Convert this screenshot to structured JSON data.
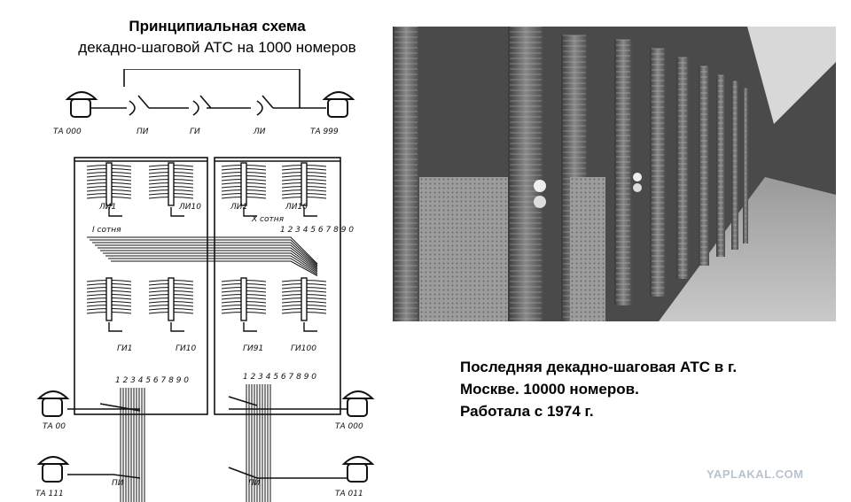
{
  "diagram": {
    "title_line1": "Принципиальная схема",
    "title_line2": "декадно-шаговой АТС на 1000 номеров",
    "labels": {
      "ta_000_top": "ТА  000",
      "pi_top": "ПИ",
      "gi_top": "ГИ",
      "li_top": "ЛИ",
      "ta_999_top": "ТА  999",
      "li1": "ЛИ1",
      "li10": "ЛИ10",
      "li1_right": "ЛИ1",
      "li10_right": "ЛИ10",
      "sotnya_1": "I сотня",
      "sotnya_10": "X сотня",
      "digits_contacts": "1 2 3 4 5  6 7 8 9 0",
      "gi1": "ГИ1",
      "gi10": "ГИ10",
      "gi91": "ГИ91",
      "gi100": "ГИ100",
      "digits_gi_left": "1 2 3 4 5 6 7 8 9 0",
      "digits_gi_right": "1 2 3 4 5 6 7 8 9 0",
      "ta_00": "ТА  00",
      "ta_000_right": "ТА  000",
      "pi_left": "ПИ",
      "pi_right": "ПИ",
      "ta_111": "ТА  111",
      "ta_011": "ТА  011"
    }
  },
  "photo_caption": {
    "line1": "Последняя декадно-шаговая АТС в г.",
    "line2": "Москве.  10000 номеров.",
    "line3": "Работала с 1974 г."
  },
  "watermark": "YAPLAKAL.COM"
}
